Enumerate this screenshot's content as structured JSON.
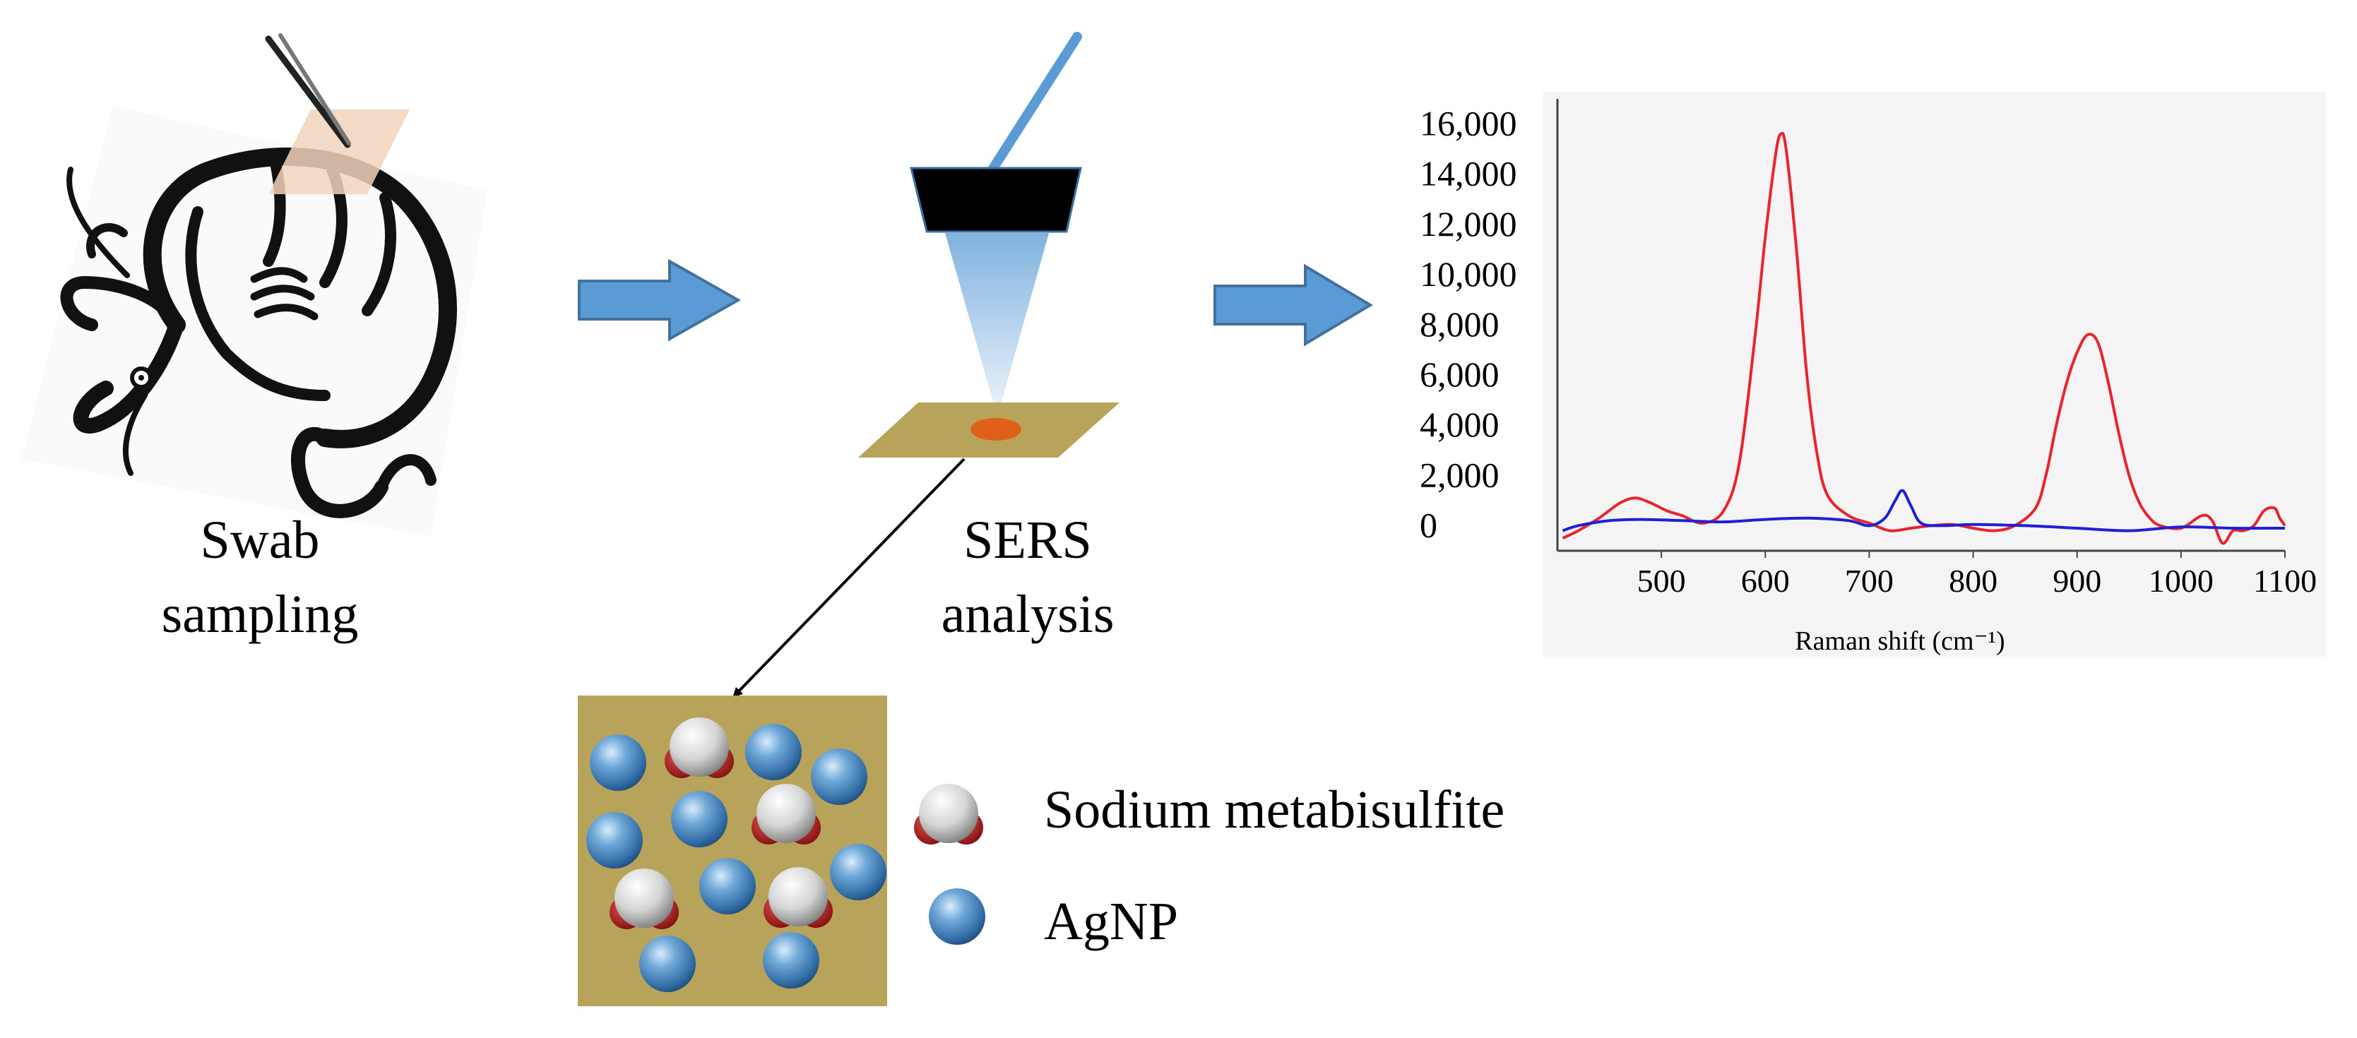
{
  "steps": {
    "swab": {
      "line1": "Swab",
      "line2": "sampling"
    },
    "sers": {
      "line1": "SERS",
      "line2": "analysis"
    }
  },
  "legend": {
    "molecule": "Sodium metabisulfite",
    "nanoparticle": "AgNP"
  },
  "colors": {
    "arrow_fill": "#5b9bd5",
    "arrow_stroke": "#41719c",
    "substrate": "#b8a35a",
    "laser_spot": "#e0601a",
    "probe": "#000000",
    "probe_fiber": "#5b9bd5",
    "red_series": "#e8242c",
    "blue_series": "#1f1fd6",
    "molecule_oxygen": "#b41414",
    "agnp": "#4a86c0"
  },
  "chart_data": {
    "type": "line",
    "xlabel": "Raman shift (cm⁻¹)",
    "ylabel": "",
    "xlim": [
      400,
      1100
    ],
    "ylim": [
      -1000,
      17000
    ],
    "x_ticks": [
      500,
      600,
      700,
      800,
      900,
      1000,
      1100
    ],
    "y_ticks": [
      0,
      2000,
      4000,
      6000,
      8000,
      10000,
      12000,
      14000,
      16000
    ],
    "x_tick_labels": [
      "500",
      "600",
      "700",
      "800",
      "900",
      "1000",
      "1100"
    ],
    "y_tick_labels": [
      "0",
      "2,000",
      "4,000",
      "6,000",
      "8,000",
      "10,000",
      "12,000",
      "14,000",
      "16,000"
    ],
    "grid": false,
    "series": [
      {
        "color": "#e8242c",
        "x": [
          405,
          420,
          440,
          460,
          475,
          490,
          505,
          520,
          540,
          560,
          575,
          590,
          600,
          610,
          615,
          620,
          630,
          640,
          650,
          660,
          680,
          700,
          720,
          740,
          760,
          780,
          800,
          820,
          840,
          860,
          870,
          880,
          890,
          900,
          910,
          920,
          930,
          940,
          950,
          960,
          970,
          980,
          1000,
          1020,
          1030,
          1040,
          1050,
          1060,
          1070,
          1080,
          1090,
          1095,
          1100
        ],
        "y": [
          -500,
          -200,
          300,
          900,
          1100,
          900,
          600,
          400,
          100,
          600,
          2500,
          7500,
          11500,
          14800,
          15600,
          15000,
          11000,
          6000,
          2800,
          1200,
          400,
          100,
          -200,
          -100,
          0,
          50,
          -100,
          -200,
          0,
          700,
          2000,
          4000,
          5700,
          6900,
          7600,
          7300,
          5700,
          3700,
          2000,
          900,
          300,
          0,
          -100,
          400,
          200,
          -700,
          -200,
          -200,
          0,
          600,
          700,
          300,
          0
        ]
      },
      {
        "color": "#1f1fd6",
        "x": [
          405,
          420,
          450,
          480,
          520,
          560,
          600,
          640,
          680,
          700,
          715,
          725,
          732,
          740,
          750,
          770,
          800,
          850,
          900,
          950,
          1000,
          1050,
          1100
        ],
        "y": [
          -200,
          0,
          200,
          250,
          200,
          150,
          250,
          300,
          200,
          0,
          300,
          1000,
          1400,
          800,
          100,
          0,
          50,
          0,
          -100,
          -200,
          -50,
          -100,
          -100
        ]
      }
    ]
  }
}
